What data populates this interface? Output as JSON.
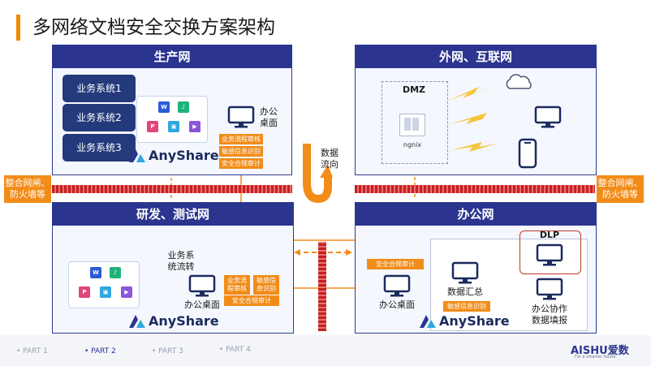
{
  "title": "多网络文档安全交换方案架构",
  "production": {
    "header": "生产网",
    "systems": [
      "业务系统1",
      "业务系统2",
      "业务系统3"
    ],
    "desktop_label": "办公\n桌面",
    "tags": [
      "业务流程审核",
      "敏感信息识别",
      "安全合规审计"
    ],
    "brand": "AnyShare"
  },
  "external": {
    "header": "外网、互联网",
    "dmz": "DMZ",
    "nginx": "ngnix"
  },
  "flow_label": "数据\n流向",
  "gateway_label": "整合网闸、\n防火墙等",
  "rnd": {
    "header": "研发、测试网",
    "flow_text": "业务系\n统流转",
    "desktop_label": "办公桌面",
    "tags": [
      "业务流\n程审核",
      "敏感信\n息识别",
      "安全合规审计"
    ],
    "brand": "AnyShare"
  },
  "office": {
    "header": "办公网",
    "tag_audit": "安全合规审计",
    "desktop_label": "办公桌面",
    "summary_label": "数据汇总",
    "tag_sensitive": "敏感信息识别",
    "dlp": "DLP",
    "collab_label": "办公协作\n数据填报",
    "brand": "AnyShare"
  },
  "footer": {
    "parts": [
      "PART 1",
      "PART 2",
      "PART 3",
      "PART 4"
    ],
    "active_part": "PART 2",
    "logo": "AISHU爱数",
    "tagline": "For a smarter future"
  },
  "colors": {
    "navy": "#2b3590",
    "orange": "#f28c18",
    "wall": "#c52020",
    "dlp": "#c0392b"
  },
  "file_icons": [
    "word-icon",
    "audio-icon",
    "pdf-icon",
    "image-icon",
    "video-icon"
  ]
}
